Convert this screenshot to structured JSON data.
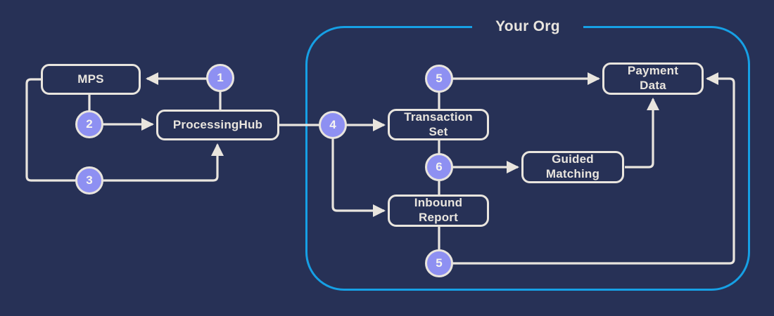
{
  "title": "Your Org",
  "colors": {
    "background": "#273156",
    "line": "#e9e5de",
    "marker_fill": "#8e90f2",
    "org_border": "#16a0e5",
    "marker_number": "#f7f5f1"
  },
  "nodes": {
    "mps": {
      "label": "MPS"
    },
    "processing_hub": {
      "label": "ProcessingHub"
    },
    "transaction_set": {
      "label": "Transaction Set"
    },
    "inbound_report": {
      "label": "Inbound Report"
    },
    "guided_matching": {
      "label": "Guided Matching"
    },
    "payment_data": {
      "label": "Payment Data"
    }
  },
  "markers": {
    "m1": {
      "value": "1"
    },
    "m2": {
      "value": "2"
    },
    "m3": {
      "value": "3"
    },
    "m4": {
      "value": "4"
    },
    "m5_top": {
      "value": "5"
    },
    "m6": {
      "value": "6"
    },
    "m5_bottom": {
      "value": "5"
    }
  }
}
